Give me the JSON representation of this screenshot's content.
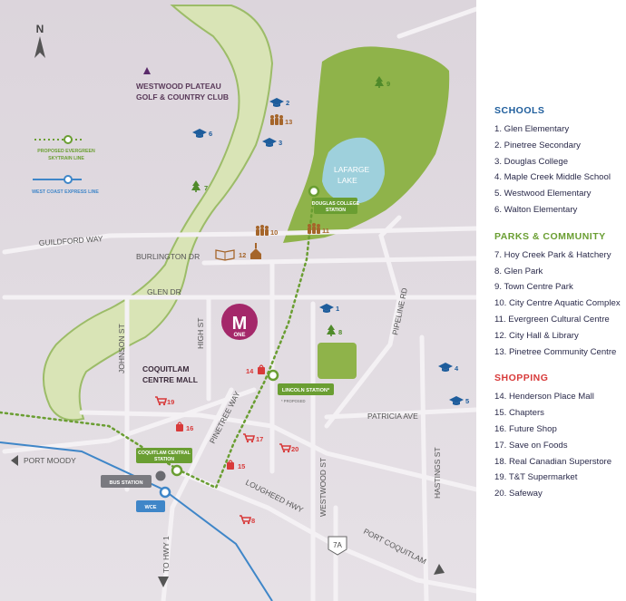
{
  "colors": {
    "schools": "#1e5d9c",
    "parks": "#6a9e32",
    "shopping": "#d83a3a",
    "community": "#a5652a",
    "brand": "#a4286a",
    "skytrain": "#8bb03c",
    "wce": "#3f86c8"
  },
  "map": {
    "north": "N",
    "golf_club": [
      "WESTWOOD PLATEAU",
      "GOLF & COUNTRY CLUB"
    ],
    "lake": [
      "LAFARGE",
      "LAKE"
    ],
    "mall": [
      "COQUITLAM",
      "CENTRE MALL"
    ],
    "logo": {
      "big": "M",
      "small": "ONE"
    },
    "streets": {
      "guildford": "GUILDFORD WAY",
      "burlington": "BURLINGTON DR",
      "glen": "GLEN DR",
      "pipeline": "PIPELINE RD",
      "johnson": "JOHNSON ST",
      "high": "HIGH ST",
      "pinetree": "PINETREE WAY",
      "patricia": "PATRICIA AVE",
      "westwood": "WESTWOOD ST",
      "hastings": "HASTINGS ST",
      "lougheed": "LOUGHEED HWY",
      "port_coquitlam": "PORT COQUITLAM",
      "port_moody": "PORT MOODY",
      "hwy1": "TO HWY 1",
      "route": "7A"
    },
    "stations": {
      "douglas": [
        "DOUGLAS COLLEGE",
        "STATION"
      ],
      "lincoln": "LINCOLN STATION*",
      "proposed": "* PROPOSED",
      "coquitlam_central": [
        "COQUITLAM CENTRAL",
        "STATION"
      ],
      "bus": "BUS STATION",
      "wce": "WCE"
    },
    "key": {
      "skytrain": [
        "PROPOSED EVERGREEN",
        "SKYTRAIN LINE"
      ],
      "wce": "WEST COAST EXPRESS LINE"
    },
    "markers": {
      "m1": "1",
      "m2": "2",
      "m3": "3",
      "m4": "4",
      "m5": "5",
      "m6": "6",
      "m7": "7",
      "m8": "8",
      "m9": "9",
      "m10": "10",
      "m11": "11",
      "m12": "12",
      "m13": "13",
      "m14": "14",
      "m15": "15",
      "m16": "16",
      "m17": "17",
      "m18": "8",
      "m19": "19",
      "m20": "20"
    }
  },
  "legend": {
    "schools": {
      "title": "SCHOOLS",
      "items": [
        "1. Glen Elementary",
        "2. Pinetree Secondary",
        "3. Douglas College",
        "4. Maple Creek Middle School",
        "5. Westwood Elementary",
        "6. Walton Elementary"
      ]
    },
    "parks": {
      "title": "PARKS & COMMUNITY",
      "items": [
        "7. Hoy Creek Park & Hatchery",
        "8. Glen Park",
        "9. Town Centre Park",
        "10. City Centre Aquatic Complex",
        "11. Evergreen Cultural Centre",
        "12. City Hall & Library",
        "13. Pinetree Community Centre"
      ]
    },
    "shopping": {
      "title": "SHOPPING",
      "items": [
        "14. Henderson Place Mall",
        "15. Chapters",
        "16. Future Shop",
        "17. Save on Foods",
        "18. Real Canadian Superstore",
        "19. T&T Supermarket",
        "20. Safeway"
      ]
    }
  }
}
